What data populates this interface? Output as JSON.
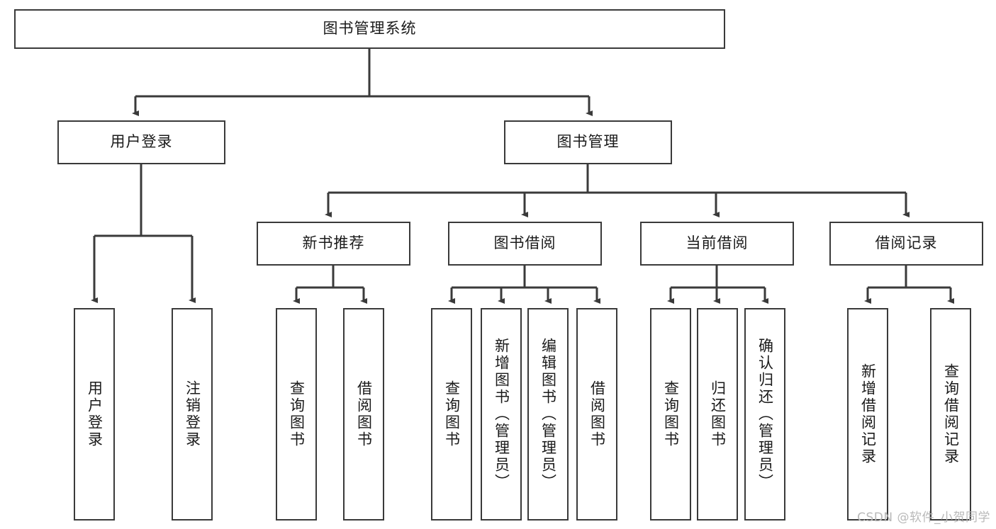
{
  "diagram": {
    "type": "tree-hierarchy",
    "title": "图书管理系统",
    "orientation": "top-down",
    "colors": {
      "box_border": "#3a3a3a",
      "box_fill": "#ffffff",
      "connector": "#3a3a3a",
      "text": "#1a1a1a",
      "watermark": "#b9b9b9",
      "background": "#ffffff"
    },
    "watermark": "CSDN @软件_小贺同学",
    "root": {
      "label": "图书管理系统"
    },
    "level2": [
      {
        "label": "用户登录"
      },
      {
        "label": "图书管理"
      }
    ],
    "level3": [
      {
        "label": "新书推荐",
        "parent": "图书管理"
      },
      {
        "label": "图书借阅",
        "parent": "图书管理"
      },
      {
        "label": "当前借阅",
        "parent": "图书管理"
      },
      {
        "label": "借阅记录",
        "parent": "图书管理"
      }
    ],
    "leaves": {
      "用户登录": [
        "用户登录",
        "注销登录"
      ],
      "新书推荐": [
        "查询图书",
        "借阅图书"
      ],
      "图书借阅": [
        "查询图书",
        "新增图书（管理员）",
        "编辑图书（管理员）",
        "借阅图书"
      ],
      "当前借阅": [
        "查询图书",
        "归还图书",
        "确认归还（管理员）"
      ],
      "借阅记录": [
        "新增借阅记录",
        "查询借阅记录"
      ]
    }
  }
}
